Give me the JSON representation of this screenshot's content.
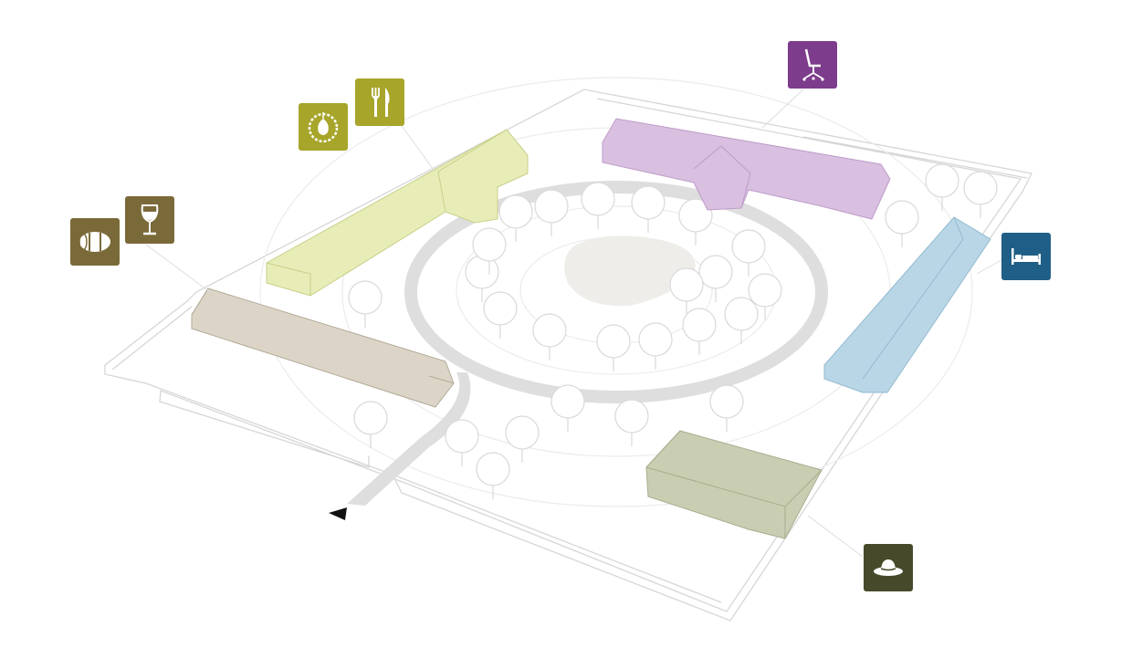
{
  "map": {
    "style": "isometric estate site plan",
    "entrance_marker": "black-arrow-icon",
    "colors": {
      "background": "#ffffff",
      "outline": "#d4d4d4",
      "road": "#dddddd",
      "pond": "#efedea",
      "hunting_lodge": "#c9cdb2",
      "cellar_building": "#dcd5c7",
      "restaurant_building": "#e8edb8",
      "office_building": "#d9bfe0",
      "lodging_building": "#b9d6e6"
    }
  },
  "poi": [
    {
      "id": "cellar",
      "icon": "barrel-icon",
      "color": "#7b6a39"
    },
    {
      "id": "wine",
      "icon": "wine-glass-icon",
      "color": "#7b6a39"
    },
    {
      "id": "pub",
      "icon": "hop-wreath-icon",
      "color": "#a7a52a"
    },
    {
      "id": "dining",
      "icon": "fork-knife-icon",
      "color": "#a7a52a"
    },
    {
      "id": "office",
      "icon": "office-chair-icon",
      "color": "#7d3c8c"
    },
    {
      "id": "lodging",
      "icon": "bed-icon",
      "color": "#1f5e86"
    },
    {
      "id": "hunting",
      "icon": "hunting-hat-icon",
      "color": "#464a2a"
    }
  ]
}
